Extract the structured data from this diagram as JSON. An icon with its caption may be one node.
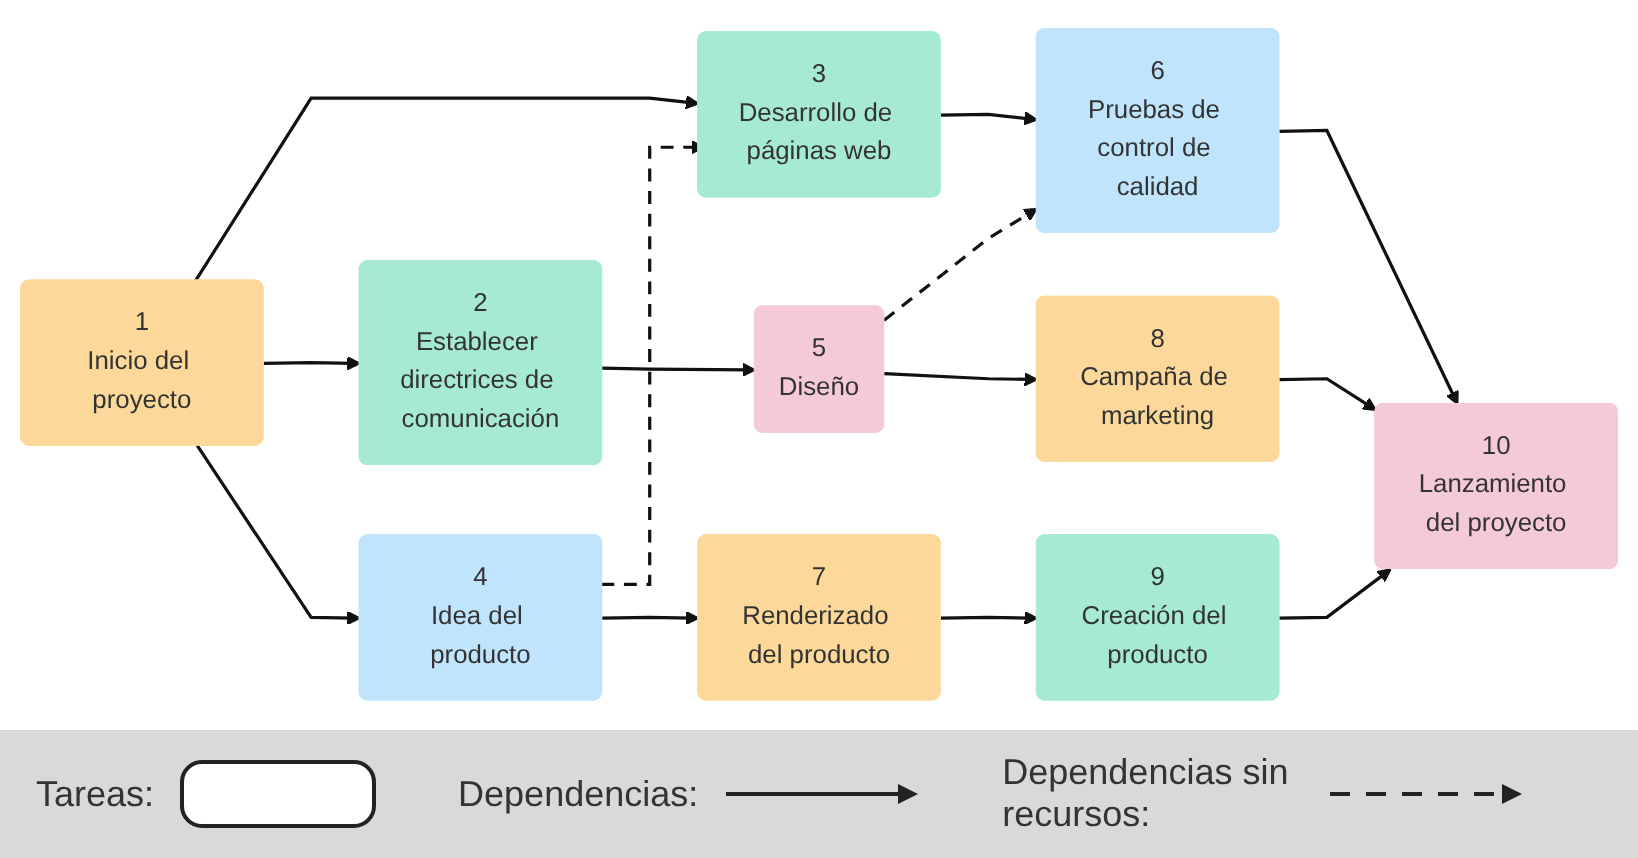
{
  "diagram": {
    "nodes": [
      {
        "text": [
          "1",
          "Inicio del proyecto"
        ]
      },
      {
        "text": [
          "2",
          "Establecer directrices de comunicación"
        ]
      },
      {
        "text": [
          "3",
          "Desarrollo de páginas web"
        ]
      },
      {
        "text": [
          "4",
          "Idea del producto"
        ]
      },
      {
        "text": [
          "5",
          "Diseño"
        ]
      },
      {
        "text": [
          "6",
          "Pruebas de control de calidad"
        ]
      },
      {
        "text": [
          "7",
          "Renderizado del producto"
        ]
      },
      {
        "text": [
          "8",
          "Campaña de marketing"
        ]
      },
      {
        "text": [
          "9",
          "Creación del producto"
        ]
      },
      {
        "text": [
          "10",
          "Lanzamiento del proyecto"
        ]
      }
    ],
    "edges": [
      {
        "from": 0,
        "to": 1,
        "arrow": "to"
      },
      {
        "from": 0,
        "to": 2,
        "arrow": "to"
      },
      {
        "from": 0,
        "to": 3,
        "arrow": "to"
      },
      {
        "from": 1,
        "to": 4,
        "arrow": "to"
      },
      {
        "from": 3,
        "to": 2,
        "arrow": "to",
        "style": "dashed"
      },
      {
        "from": 2,
        "to": 5,
        "arrow": "to"
      },
      {
        "from": 4,
        "to": 5,
        "arrow": "to",
        "style": "dashed"
      },
      {
        "from": 4,
        "to": 7,
        "arrow": "to"
      },
      {
        "from": 3,
        "to": 6,
        "arrow": "to"
      },
      {
        "from": 5,
        "to": 9,
        "arrow": "to"
      },
      {
        "from": 6,
        "to": 8,
        "arrow": "to"
      },
      {
        "from": 7,
        "to": 9,
        "arrow": "to"
      },
      {
        "from": 8,
        "to": 9,
        "arrow": "to"
      }
    ],
    "legend": [
      {
        "text": "Tareas:"
      },
      {
        "text": "Dependencias:"
      },
      {
        "text": "Dependencias sin recursos:"
      }
    ]
  }
}
